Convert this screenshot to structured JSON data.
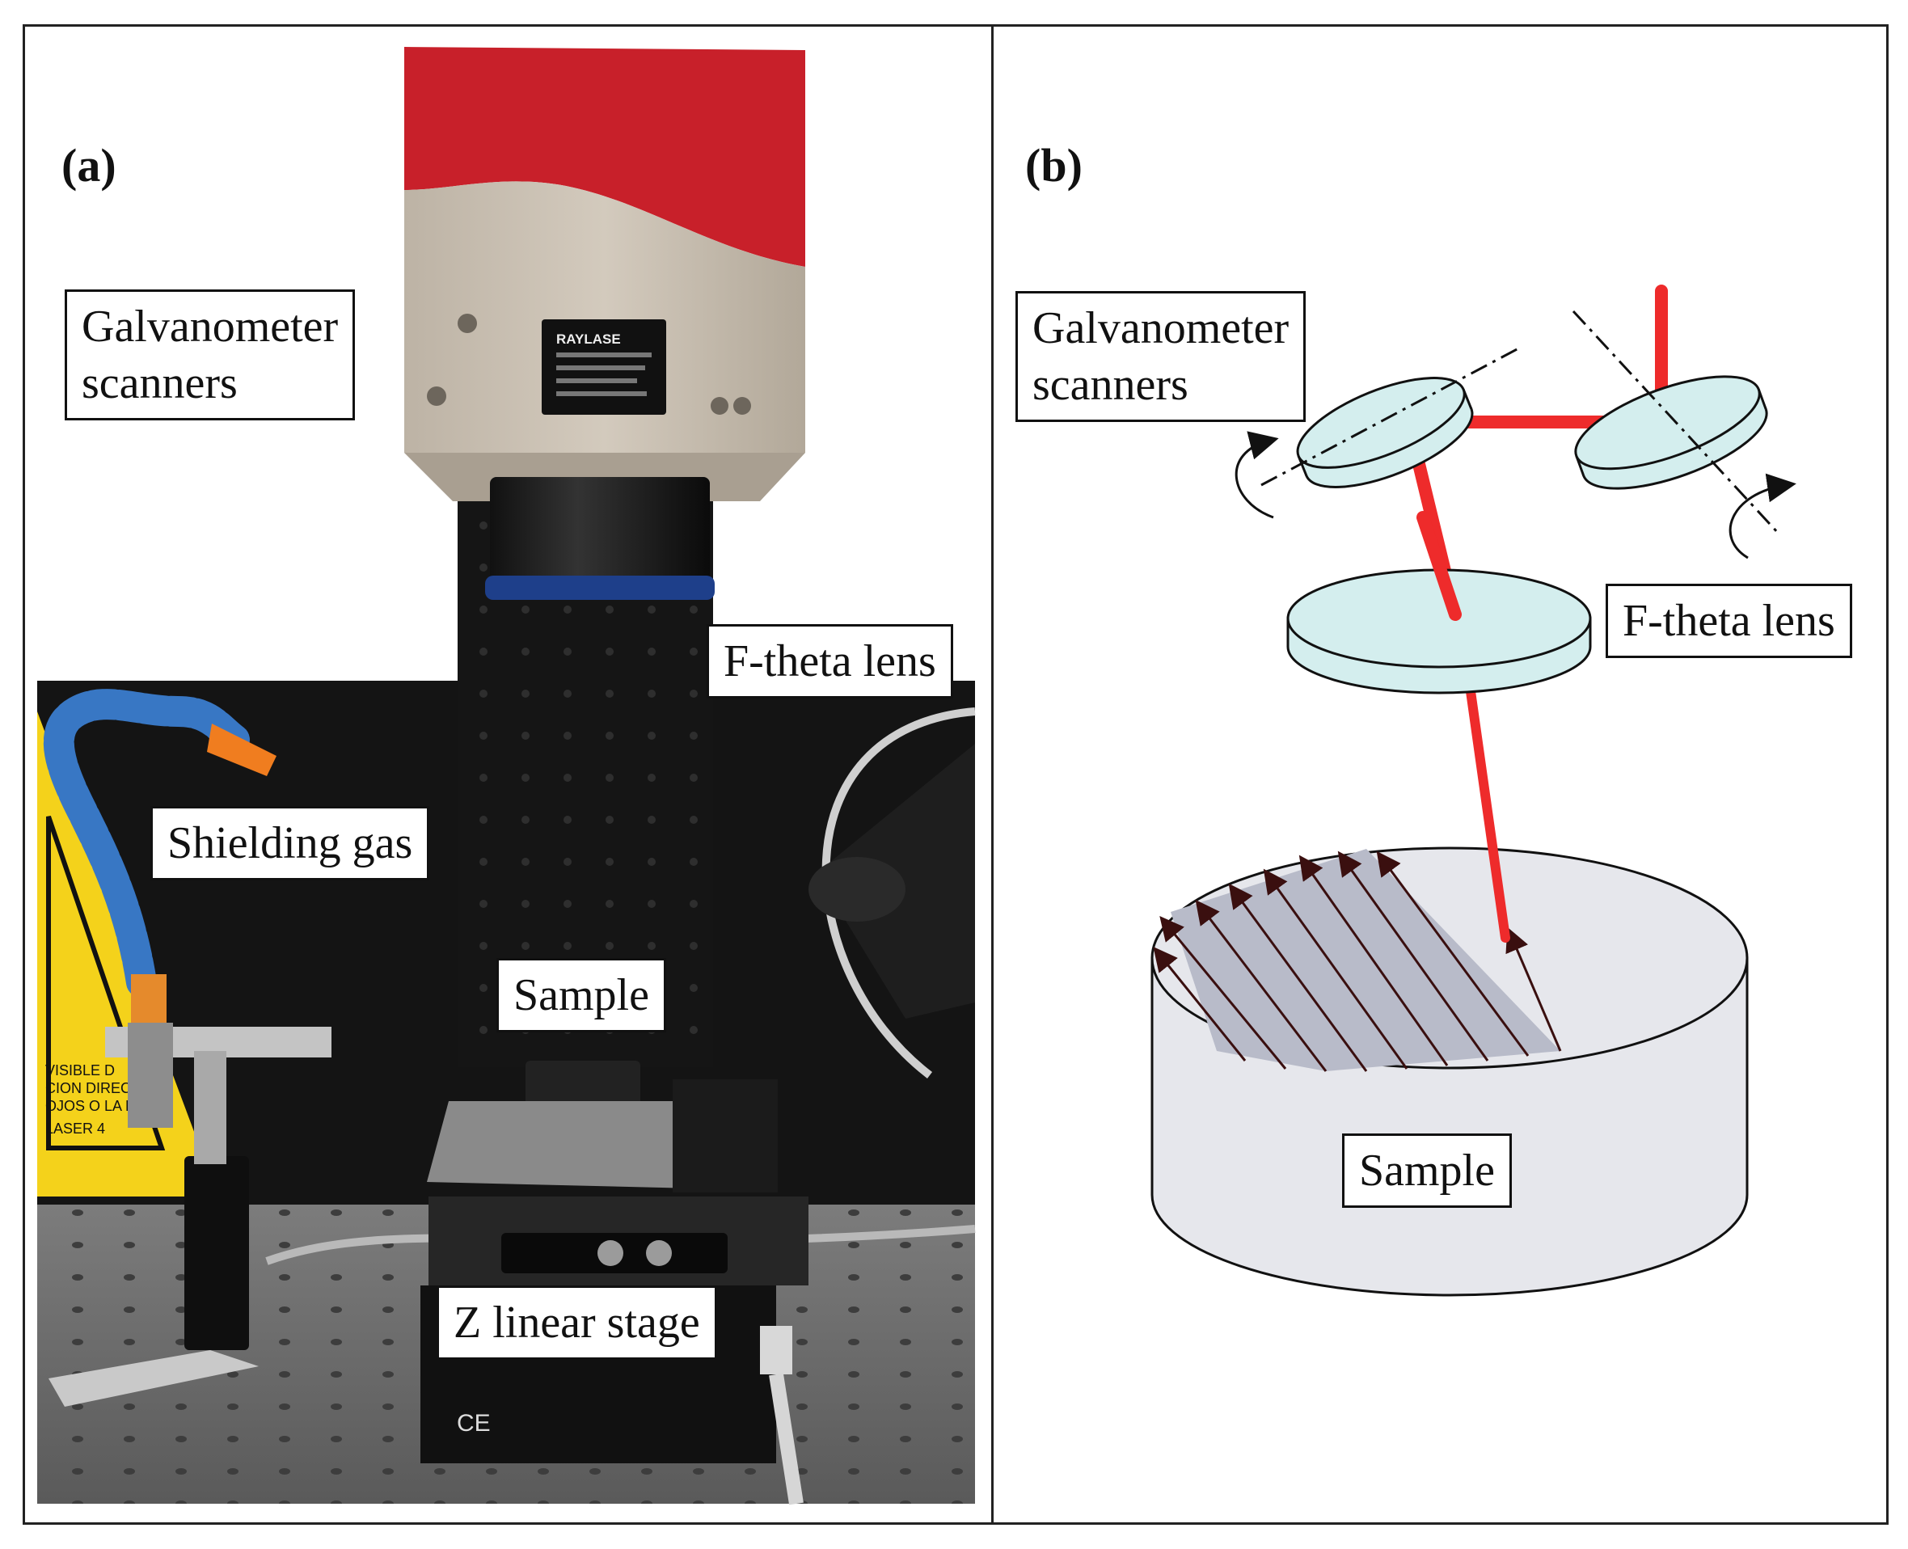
{
  "panel_a": {
    "letter": "(a)",
    "labels": {
      "galvo_line1": "Galvanometer",
      "galvo_line2": "scanners",
      "ftheta": "F-theta lens",
      "shielding": "Shielding gas",
      "sample": "Sample",
      "zstage": "Z linear stage"
    },
    "device_brand": "RAYLASE",
    "sign_text": [
      "VISIBLE D",
      "CION DIRECTA",
      "OJOS O LA PI",
      "LASER 4"
    ],
    "stage_marks": "CE"
  },
  "panel_b": {
    "letter": "(b)",
    "labels": {
      "galvo_line1": "Galvanometer",
      "galvo_line2": "scanners",
      "ftheta": "F-theta lens",
      "sample": "Sample"
    }
  },
  "colors": {
    "laser": "#ee2b2b",
    "optic_fill": "#d4eeee",
    "sample_fill": "#e6e7ec",
    "hatch_fill": "#b8bbc9",
    "hatch_line": "#3a0f0f",
    "head_red": "#c8202a",
    "head_body": "#c9c0b3"
  }
}
